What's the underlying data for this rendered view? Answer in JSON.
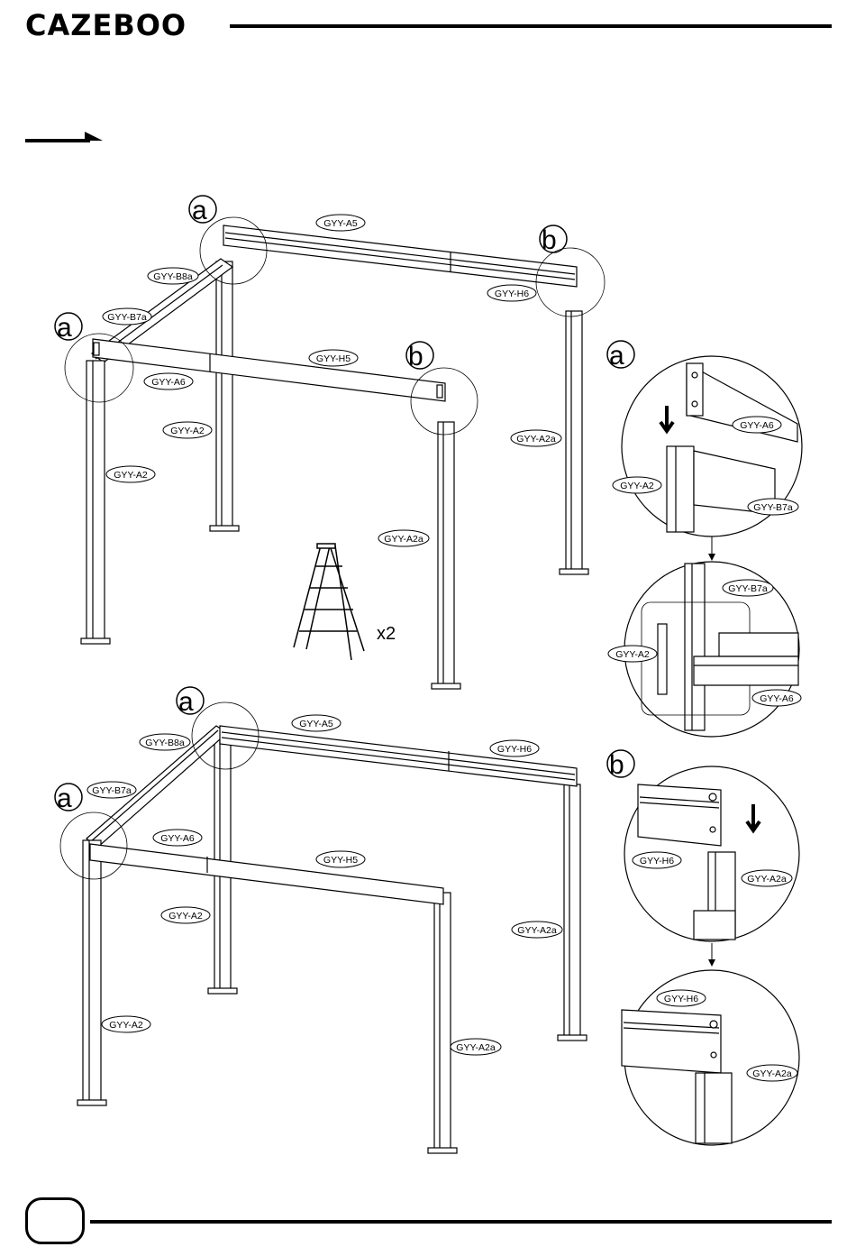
{
  "header": {
    "brand": "CAZEBOO"
  },
  "step": {
    "ladder_qty": "x2",
    "detail_letters": {
      "a": "a",
      "b": "b"
    }
  },
  "parts": {
    "A5": "GYY-A5",
    "B8a": "GYY-B8a",
    "B7a": "GYY-B7a",
    "H5": "GYY-H5",
    "H6": "GYY-H6",
    "A6": "GYY-A6",
    "A2": "GYY-A2",
    "A2a": "GYY-A2a"
  }
}
